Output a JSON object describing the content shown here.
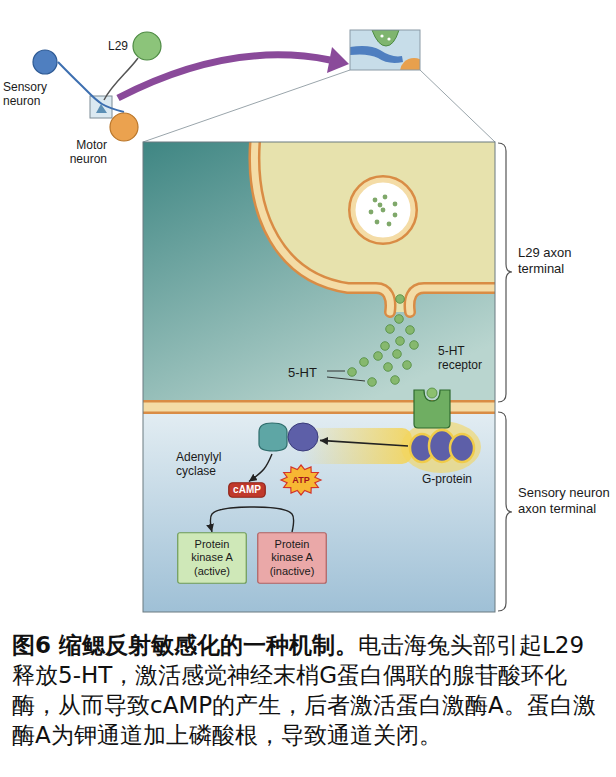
{
  "diagram": {
    "title": "图6 缩鳃反射敏感化的一种机制。",
    "caption": "电击海兔头部引起L29释放5-HT，激活感觉神经末梢G蛋白偶联的腺苷酸环化酶，从而导致cAMP的产生，后者激活蛋白激酶A。蛋白激酶A为钾通道加上磷酸根，导致通道关闭。",
    "nodes": [
      {
        "text": [
          "Sensory neuron"
        ]
      },
      {
        "text": [
          "L29"
        ]
      },
      {
        "text": [
          "Motor neuron"
        ]
      },
      {
        "text": [
          "5-HT receptor"
        ]
      },
      {
        "text": [
          "G-protein"
        ]
      },
      {
        "text": [
          "Adenylyl cyclase"
        ]
      },
      {
        "text": [
          "ATP"
        ]
      },
      {
        "text": [
          "cAMP"
        ]
      },
      {
        "text": [
          "Protein kinase A (active)"
        ]
      },
      {
        "text": [
          "Protein kinase A (inactive)"
        ]
      }
    ],
    "edges": [
      {
        "from": 0,
        "to": 2,
        "arrow": "none"
      },
      {
        "from": 4,
        "to": 5,
        "arrow": "to"
      },
      {
        "from": 5,
        "to": 7,
        "arrow": "to"
      },
      {
        "from": 9,
        "to": 8,
        "arrow": "to"
      }
    ],
    "labels": [
      "5-HT",
      "L29 axon terminal",
      "Sensory neuron axon terminal"
    ]
  }
}
